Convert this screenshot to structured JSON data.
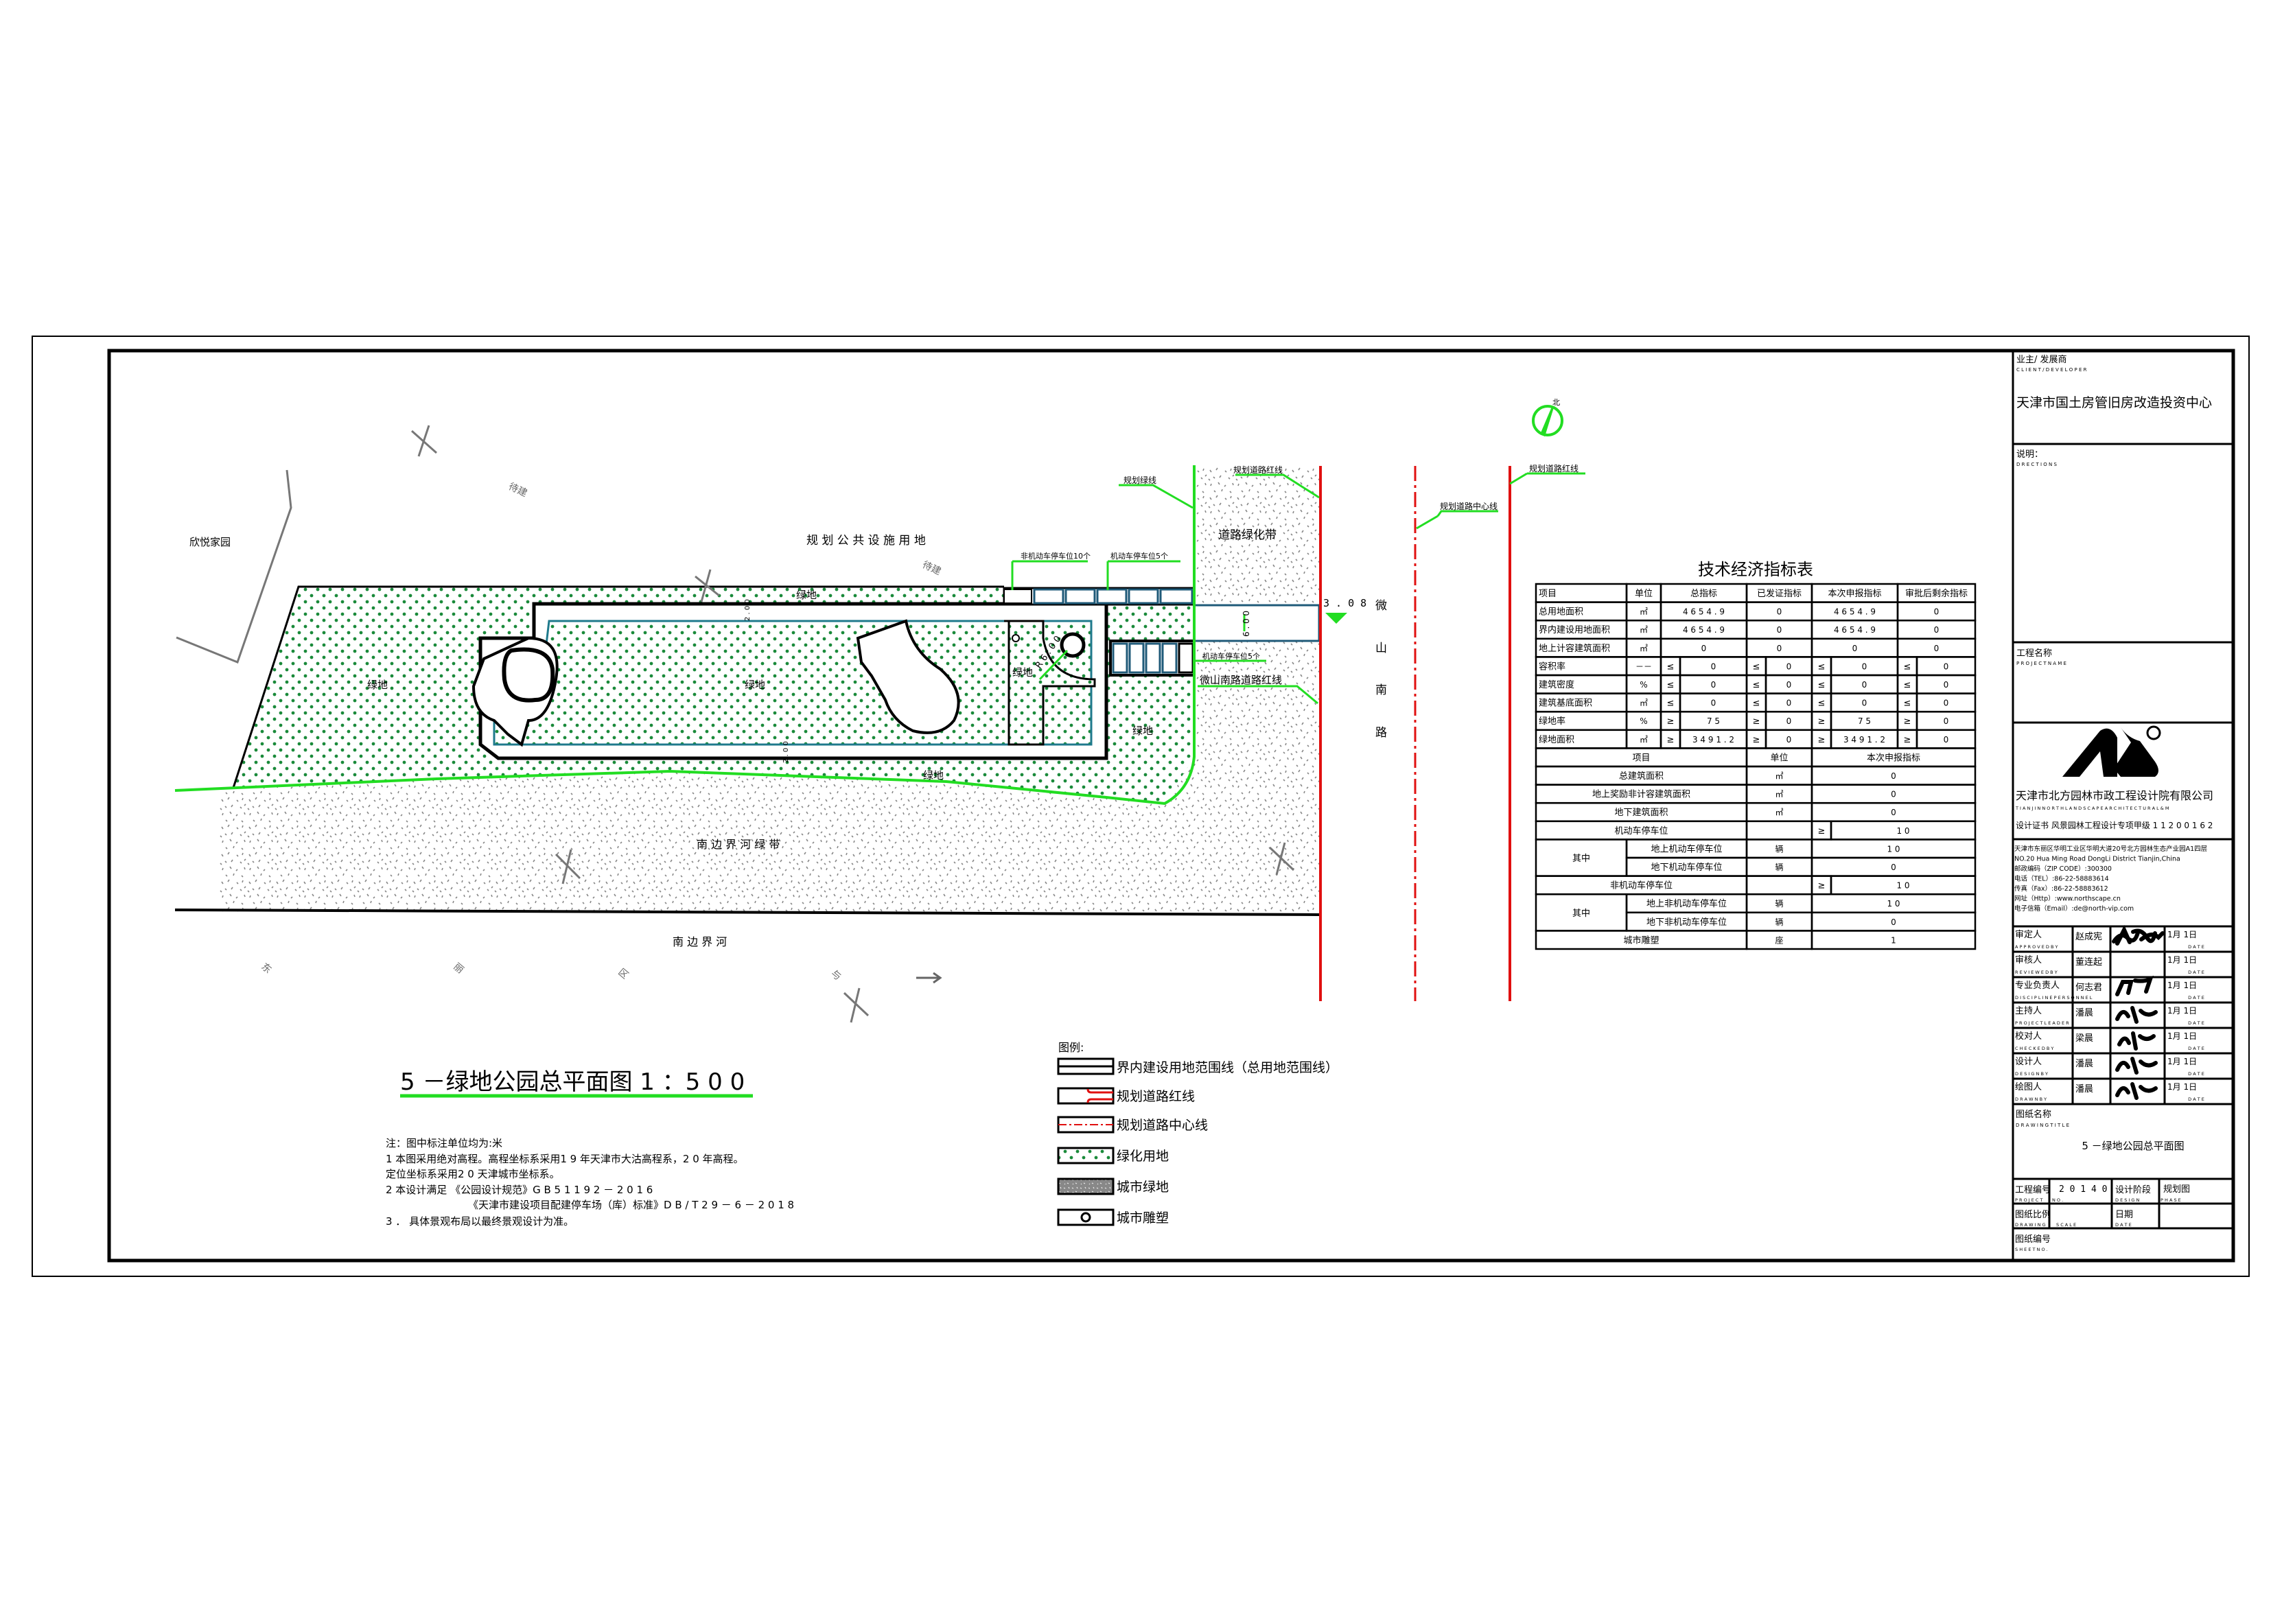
{
  "plan": {
    "labels": {
      "xinyue": "欣悦家园",
      "public_land": "规 划 公 共 设 施 用 地",
      "to_build_1": "待建",
      "to_build_2": "待建",
      "green_1": "绿地",
      "green_2": "绿地",
      "green_3": "绿地",
      "green_4": "绿地",
      "green_5": "绿地",
      "green_6": "绿地",
      "river_belt": "南 边 界 河 绿 带",
      "river": "南 边 界 河",
      "road_green_belt": "道路绿化带",
      "road_name": [
        "微",
        "山",
        "南",
        "路"
      ],
      "elevation": "3 . 0 8",
      "radius": "R 6 . 0 0",
      "width_dim": "6 . 0 0",
      "dim_top": "2 . 0 0",
      "dim_bottom": "2 . 0 0",
      "north": "北",
      "district": [
        "东",
        "丽",
        "区",
        "与"
      ]
    },
    "callouts": {
      "green_line": "规划绿线",
      "red_line_1": "规划道路红线",
      "center_line": "规划道路中心线",
      "red_line_2": "规划道路红线",
      "bike_parking": "非机动车停车位10个",
      "car_parking_top": "机动车停车位5个",
      "car_parking_bottom": "机动车停车位5个",
      "weishan_red_line": "微山南路道路红线"
    },
    "colors": {
      "green_line": "#22dd22",
      "red_line": "#e01010",
      "dot": "#1a8a3a",
      "speckle": "#888888",
      "path_edge": "#1f7a8c"
    }
  },
  "drawing_title": {
    "main": "5 －绿地公园总平面图 1 ：5 0 0"
  },
  "notes": [
    "注：图中标注单位均为:米",
    "1  本图采用绝对高程。高程坐标系采用1 9 年天津市大沽高程系，2 0 年高程。",
    "定位坐标系采用2 0 天津城市坐标系。",
    "2  本设计满足 《公园设计规范》G B   5 1 1 9 2 － 2 0 1 6",
    "《天津市建设项目配建停车场（库）标准》D B / T 2 9 － 6 － 2 0 1 8",
    "3 ． 具体景观布局以最终景观设计为准。"
  ],
  "legend": {
    "title": "图例:",
    "items": [
      {
        "icon": "boundary-line",
        "label": "界内建设用地范围线（总用地范围线）"
      },
      {
        "icon": "red-line",
        "label": "规划道路红线"
      },
      {
        "icon": "center-line",
        "label": "规划道路中心线"
      },
      {
        "icon": "green-land",
        "label": "绿化用地"
      },
      {
        "icon": "city-green",
        "label": "城市绿地"
      },
      {
        "icon": "sculpture",
        "label": "城市雕塑"
      }
    ]
  },
  "indicator_table": {
    "title": "技术经济指标表",
    "headers": [
      "项目",
      "单位",
      "总指标",
      "已发证指标",
      "本次申报指标",
      "审批后剩余指标"
    ],
    "rows": [
      {
        "item": "总用地面积",
        "unit": "㎡",
        "values": [
          "4 6 5 4 . 9",
          "0",
          "4 6 5 4 . 9",
          "0"
        ]
      },
      {
        "item": "界内建设用地面积",
        "unit": "㎡",
        "values": [
          "4 6 5 4 . 9",
          "0",
          "4 6 5 4 . 9",
          "0"
        ]
      },
      {
        "item": "地上计容建筑面积",
        "unit": "㎡",
        "values": [
          "0",
          "0",
          "0",
          "0"
        ]
      },
      {
        "item": "容积率",
        "unit": "－－",
        "ops": [
          "≤",
          "≤",
          "≤",
          "≤"
        ],
        "values": [
          "0",
          "0",
          "0",
          "0"
        ]
      },
      {
        "item": "建筑密度",
        "unit": "%",
        "ops": [
          "≤",
          "≤",
          "≤",
          "≤"
        ],
        "values": [
          "0",
          "0",
          "0",
          "0"
        ]
      },
      {
        "item": "建筑基底面积",
        "unit": "㎡",
        "ops": [
          "≤",
          "≤",
          "≤",
          "≤"
        ],
        "values": [
          "0",
          "0",
          "0",
          "0"
        ]
      },
      {
        "item": "绿地率",
        "unit": "%",
        "ops": [
          "≥",
          "≥",
          "≥",
          "≥"
        ],
        "values": [
          "7 5",
          "0",
          "7 5",
          "0"
        ]
      },
      {
        "item": "绿地面积",
        "unit": "㎡",
        "ops": [
          "≥",
          "≥",
          "≥",
          "≥"
        ],
        "values": [
          "3 4 9 1 . 2",
          "0",
          "3 4 9 1 . 2",
          "0"
        ]
      }
    ],
    "headers2": [
      "项目",
      "单位",
      "本次申报指标"
    ],
    "rows2": [
      {
        "item": "总建筑面积",
        "unit": "㎡",
        "value": "0"
      },
      {
        "item": "地上奖励非计容建筑面积",
        "unit": "㎡",
        "value": "0"
      },
      {
        "item": "地下建筑面积",
        "unit": "㎡",
        "value": "0"
      },
      {
        "item": "机动车停车位",
        "unit": "",
        "op": "≥",
        "value": "1 0"
      },
      {
        "group": "其中",
        "item": "地上机动车停车位",
        "unit": "辆",
        "value": "1 0"
      },
      {
        "group": "其中",
        "item": "地下机动车停车位",
        "unit": "辆",
        "value": "0"
      },
      {
        "item": "非机动车停车位",
        "unit": "",
        "op": "≥",
        "value": "1 0"
      },
      {
        "group": "其中",
        "item": "地上非机动车停车位",
        "unit": "辆",
        "value": "1 0"
      },
      {
        "group": "其中",
        "item": "地下非机动车停车位",
        "unit": "辆",
        "value": "0"
      },
      {
        "item": "城市雕塑",
        "unit": "座",
        "value": "1"
      }
    ]
  },
  "title_block": {
    "client_label": "业主/ 发展商",
    "client_label_en": "C L I E N T / D E V E L O P E R",
    "client": "天津市国土房管旧房改造投资中心",
    "directions_label": "说明：",
    "directions_label_en": "D R E C T I O N S",
    "project_label": "工程名称",
    "project_label_en": "P R O J E C T   N A M E",
    "company": "天津市北方园林市政工程设计院有限公司",
    "company_en": "T I A N J I N   N O R T H   L A N D S C A P E   A R C H I T E C T U R A L   &   M",
    "certificate": "设计证书    风景园林工程设计专项甲级  1 1 2 0 0 1 6 2",
    "address": [
      "天津市东丽区华明工业区华明大道20号北方园林生态产业园A1四层",
      "NO.20 Hua Ming Road DongLi District Tianjin,China",
      "邮政编码（ZIP CODE）:300300",
      "电话（TEL）:86-22-58883614",
      "传真（Fax）:86-22-58883612",
      "网址（Http）:www.northscape.cn",
      "电子信箱（Email）:de@north-vip.com"
    ],
    "signatures": [
      {
        "role": "审定人",
        "role_en": "A P P R O V E D   B Y",
        "name": "赵成宪",
        "date": "1月   1日",
        "date_en": "D A T E"
      },
      {
        "role": "审核人",
        "role_en": "R E V I E W E D   B Y",
        "name": "董连起",
        "date": "1月   1日",
        "date_en": "D A T E"
      },
      {
        "role": "专业负责人",
        "role_en": "D I S C I P L I N E   P E R S O N N E L",
        "name": "何志君",
        "date": "1月   1日",
        "date_en": "D A T E"
      },
      {
        "role": "主持人",
        "role_en": "P R O J E C T   L E A D E R",
        "name": "潘晨",
        "date": "1月   1日",
        "date_en": "D A T E"
      },
      {
        "role": "校对人",
        "role_en": "C H E C K E D   B Y",
        "name": "梁晨",
        "date": "1月   1日",
        "date_en": "D A T E"
      },
      {
        "role": "设计人",
        "role_en": "D E S I G N   B Y",
        "name": "潘晨",
        "date": "1月   1日",
        "date_en": "D A T E"
      },
      {
        "role": "绘图人",
        "role_en": "D R A W N   B Y",
        "name": "潘晨",
        "date": "1月   1日",
        "date_en": "D A T E"
      }
    ],
    "drawing_title_label": "图纸名称",
    "drawing_title_label_en": "D R A W I N G   T I T L E",
    "drawing_title": "5 －绿地公园总平面图",
    "project_no_label": "工程编号",
    "project_no_label_en": "P R O J E C T",
    "project_no_en": "N O .",
    "project_no": "2 0 1 4 0",
    "phase_label": "设计阶段",
    "phase_label_en": "D E S I G N",
    "phase_en": "P H A S E",
    "phase": "规划图",
    "scale_label": "图纸比例",
    "scale_label_en": "D R A W I N G",
    "scale_en": "S C A L E",
    "date_label": "日期",
    "date_label_en": "D A T E",
    "sheet_label": "图纸编号",
    "sheet_label_en": "S H E E T   N O ."
  }
}
